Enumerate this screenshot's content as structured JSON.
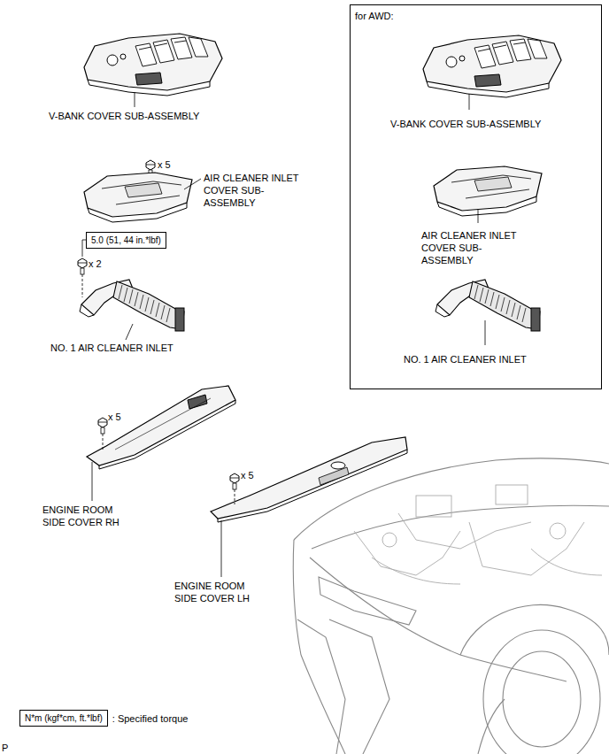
{
  "diagram": {
    "nodes": [
      {
        "text": [
          "5.0 (51, 44 in.*lbf)"
        ]
      },
      {
        "text": [
          "for AWD:",
          "V-BANK COVER SUB-ASSEMBLY",
          "AIR CLEANER INLET COVER SUB-ASSEMBLY",
          "NO. 1 AIR CLEANER INLET"
        ]
      },
      {
        "text": [
          "N*m (kgf*cm, ft.*lbf)"
        ]
      }
    ],
    "labels": [
      "V-BANK COVER SUB-ASSEMBLY",
      "x 5",
      "AIR CLEANER INLET COVER SUB-ASSEMBLY",
      "x 2",
      "NO. 1 AIR CLEANER INLET",
      "x 5",
      "ENGINE ROOM SIDE COVER RH",
      "x 5",
      "ENGINE ROOM SIDE COVER LH",
      ": Specified torque",
      "P"
    ]
  }
}
